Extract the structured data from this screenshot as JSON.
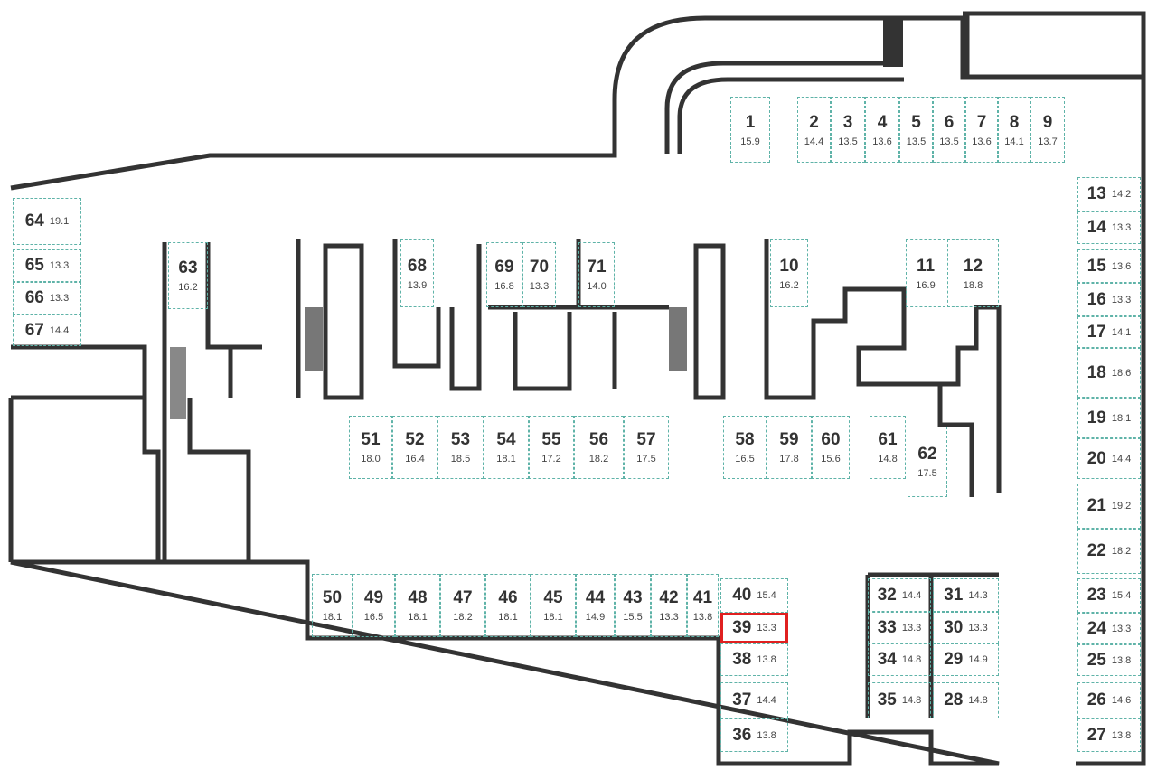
{
  "plan": {
    "selected_spot": "39",
    "colors": {
      "wall": "#333333",
      "spot_border": "#5fb3a8",
      "selected": "#e02020"
    },
    "spots": [
      {
        "id": "1",
        "area": "15.9"
      },
      {
        "id": "2",
        "area": "14.4"
      },
      {
        "id": "3",
        "area": "13.5"
      },
      {
        "id": "4",
        "area": "13.6"
      },
      {
        "id": "5",
        "area": "13.5"
      },
      {
        "id": "6",
        "area": "13.5"
      },
      {
        "id": "7",
        "area": "13.6"
      },
      {
        "id": "8",
        "area": "14.1"
      },
      {
        "id": "9",
        "area": "13.7"
      },
      {
        "id": "10",
        "area": "16.2"
      },
      {
        "id": "11",
        "area": "16.9"
      },
      {
        "id": "12",
        "area": "18.8"
      },
      {
        "id": "13",
        "area": "14.2"
      },
      {
        "id": "14",
        "area": "13.3"
      },
      {
        "id": "15",
        "area": "13.6"
      },
      {
        "id": "16",
        "area": "13.3"
      },
      {
        "id": "17",
        "area": "14.1"
      },
      {
        "id": "18",
        "area": "18.6"
      },
      {
        "id": "19",
        "area": "18.1"
      },
      {
        "id": "20",
        "area": "14.4"
      },
      {
        "id": "21",
        "area": "19.2"
      },
      {
        "id": "22",
        "area": "18.2"
      },
      {
        "id": "23",
        "area": "15.4"
      },
      {
        "id": "24",
        "area": "13.3"
      },
      {
        "id": "25",
        "area": "13.8"
      },
      {
        "id": "26",
        "area": "14.6"
      },
      {
        "id": "27",
        "area": "13.8"
      },
      {
        "id": "28",
        "area": "14.8"
      },
      {
        "id": "29",
        "area": "14.9"
      },
      {
        "id": "30",
        "area": "13.3"
      },
      {
        "id": "31",
        "area": "14.3"
      },
      {
        "id": "32",
        "area": "14.4"
      },
      {
        "id": "33",
        "area": "13.3"
      },
      {
        "id": "34",
        "area": "14.8"
      },
      {
        "id": "35",
        "area": "14.8"
      },
      {
        "id": "36",
        "area": "13.8"
      },
      {
        "id": "37",
        "area": "14.4"
      },
      {
        "id": "38",
        "area": "13.8"
      },
      {
        "id": "39",
        "area": "13.3"
      },
      {
        "id": "40",
        "area": "15.4"
      },
      {
        "id": "41",
        "area": "13.8"
      },
      {
        "id": "42",
        "area": "13.3"
      },
      {
        "id": "43",
        "area": "15.5"
      },
      {
        "id": "44",
        "area": "14.9"
      },
      {
        "id": "45",
        "area": "18.1"
      },
      {
        "id": "46",
        "area": "18.1"
      },
      {
        "id": "47",
        "area": "18.2"
      },
      {
        "id": "48",
        "area": "18.1"
      },
      {
        "id": "49",
        "area": "16.5"
      },
      {
        "id": "50",
        "area": "18.1"
      },
      {
        "id": "51",
        "area": "18.0"
      },
      {
        "id": "52",
        "area": "16.4"
      },
      {
        "id": "53",
        "area": "18.5"
      },
      {
        "id": "54",
        "area": "18.1"
      },
      {
        "id": "55",
        "area": "17.2"
      },
      {
        "id": "56",
        "area": "18.2"
      },
      {
        "id": "57",
        "area": "17.5"
      },
      {
        "id": "58",
        "area": "16.5"
      },
      {
        "id": "59",
        "area": "17.8"
      },
      {
        "id": "60",
        "area": "15.6"
      },
      {
        "id": "61",
        "area": "14.8"
      },
      {
        "id": "62",
        "area": "17.5"
      },
      {
        "id": "63",
        "area": "16.2"
      },
      {
        "id": "64",
        "area": "19.1"
      },
      {
        "id": "65",
        "area": "13.3"
      },
      {
        "id": "66",
        "area": "13.3"
      },
      {
        "id": "67",
        "area": "14.4"
      },
      {
        "id": "68",
        "area": "13.9"
      },
      {
        "id": "69",
        "area": "16.8"
      },
      {
        "id": "70",
        "area": "13.3"
      },
      {
        "id": "71",
        "area": "14.0"
      }
    ]
  }
}
